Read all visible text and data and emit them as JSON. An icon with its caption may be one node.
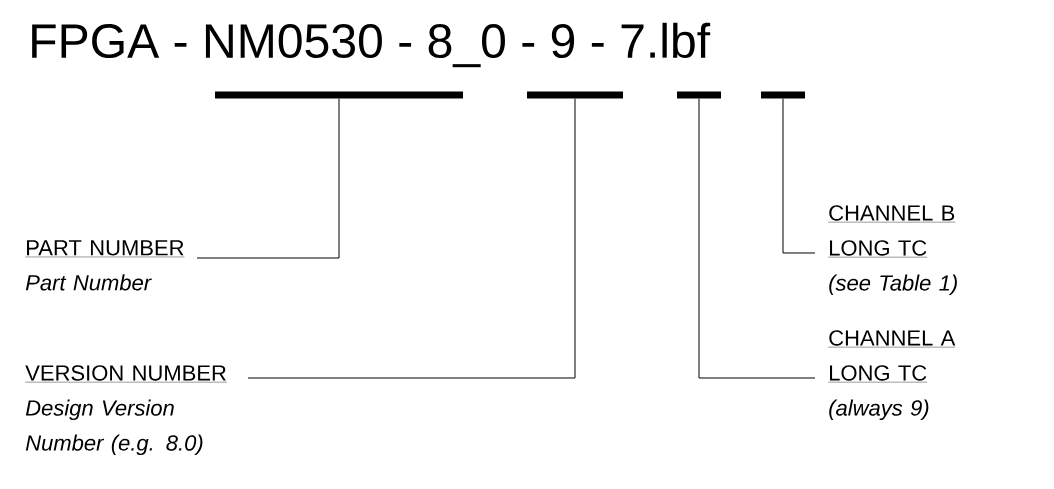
{
  "diagram": {
    "title": "FPGA - NM0530 - 8_0 - 9 - 7.lbf",
    "nodes": [
      {
        "text": [],
        "shape": "bar"
      },
      {
        "text": [],
        "shape": "bar"
      },
      {
        "text": [],
        "shape": "bar"
      },
      {
        "text": [],
        "shape": "bar"
      },
      {
        "text": [
          "PART NUMBER",
          "Part Number"
        ]
      },
      {
        "text": [
          "CHANNEL B",
          "LONG TC",
          "(see Table 1)"
        ]
      },
      {
        "text": [
          "VERSION NUMBER",
          "Design Version Number (e.g. 8.0)"
        ]
      },
      {
        "text": [
          "CHANNEL A",
          "LONG TC",
          "(always 9)"
        ]
      }
    ],
    "edges": [
      {
        "from": 4,
        "to": 0,
        "arrow": "none"
      },
      {
        "from": 5,
        "to": 3,
        "arrow": "none"
      },
      {
        "from": 6,
        "to": 1,
        "arrow": "none"
      },
      {
        "from": 7,
        "to": 2,
        "arrow": "none"
      }
    ]
  }
}
